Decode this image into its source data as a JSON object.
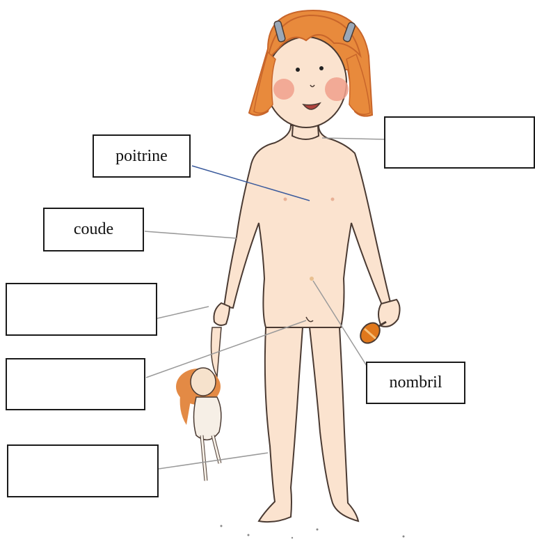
{
  "labels": {
    "poitrine": "poitrine",
    "coude": "coude",
    "nombril": "nombril",
    "blank_neck": "",
    "blank_wrist": "",
    "blank_thigh": "",
    "blank_leg": ""
  },
  "colors": {
    "skin": "#fbe3cf",
    "skin_shade": "#f3caa8",
    "outline": "#4a3a32",
    "hair": "#e88a3c",
    "hair_dark": "#c8652a",
    "cheek": "#f0a08c",
    "leader_blue": "#3a5a9c",
    "leader_gray": "#9a9a9a",
    "lollipop": "#e0781c",
    "doll_hair": "#e38a45"
  },
  "icons": [
    "girl-figure",
    "doll-toy",
    "lollipop-toy",
    "hair-clip-icon"
  ]
}
